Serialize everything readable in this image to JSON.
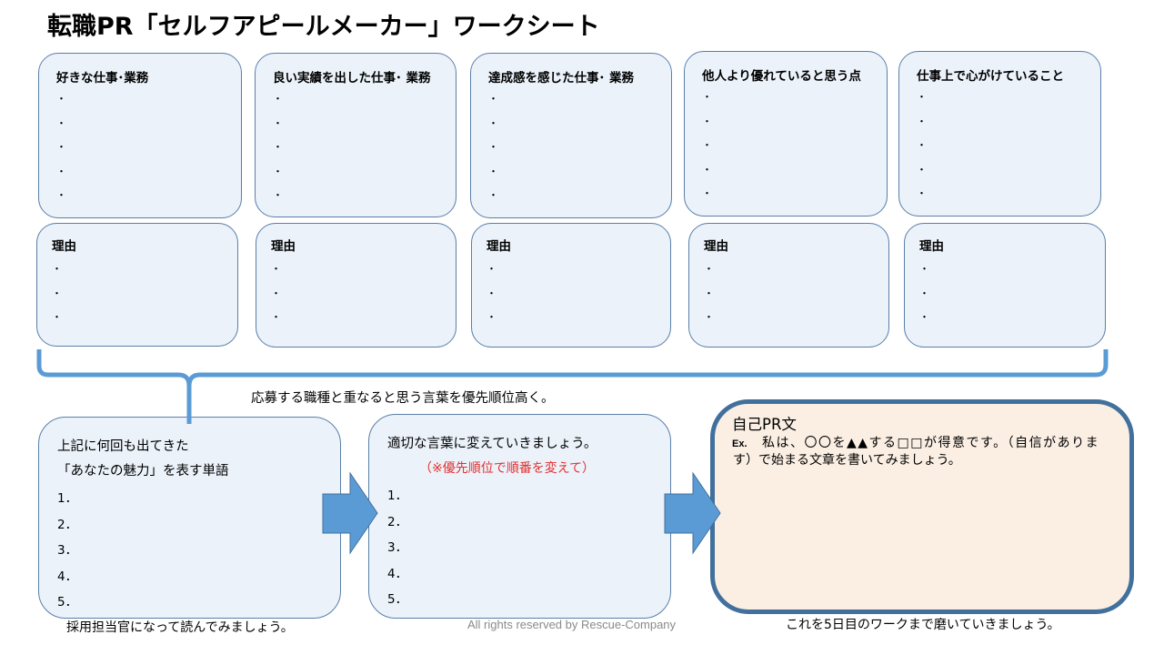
{
  "title": "転職PR「セルフアピールメーカー」ワークシート",
  "top_boxes": [
    {
      "label": "好きな仕事･業務",
      "bullets": [
        "・",
        "・",
        "・",
        "・",
        "・"
      ]
    },
    {
      "label": "良い実績を出した仕事･ 業務",
      "bullets": [
        "・",
        "・",
        "・",
        "・",
        "・"
      ]
    },
    {
      "label": "達成感を感じた仕事･ 業務",
      "bullets": [
        "・",
        "・",
        "・",
        "・",
        "・"
      ]
    },
    {
      "label": "他人より優れていると思う点",
      "bullets": [
        "・",
        "・",
        "・",
        "・",
        "・"
      ]
    },
    {
      "label": "仕事上で心がけていること",
      "bullets": [
        "・",
        "・",
        "・",
        "・",
        "・"
      ]
    }
  ],
  "reason_boxes": [
    {
      "label": "理由",
      "bullets": [
        "・",
        "・",
        "・"
      ]
    },
    {
      "label": "理由",
      "bullets": [
        "・",
        "・",
        "・"
      ]
    },
    {
      "label": "理由",
      "bullets": [
        "・",
        "・",
        "・"
      ]
    },
    {
      "label": "理由",
      "bullets": [
        "・",
        "・",
        "・"
      ]
    },
    {
      "label": "理由",
      "bullets": [
        "・",
        "・",
        "・"
      ]
    }
  ],
  "brace_caption": "応募する職種と重なると思う言葉を優先順位高く。",
  "charm_box": {
    "line1": "上記に何回も出てきた",
    "line2": "「あなたの魅力」を表す単語",
    "items": [
      "1．",
      "2．",
      "3．",
      "4．",
      "5．"
    ]
  },
  "rephrase_box": {
    "line1": "適切な言葉に変えていきましょう。",
    "note": "（※優先順位で順番を変えて）",
    "items": [
      "1．",
      "2．",
      "3．",
      "4．",
      "5．"
    ]
  },
  "self_pr_box": {
    "title": "自己PR文",
    "ex_label": "Ex.",
    "example_lines": [
      "私は、〇〇を▲▲する□□が得意です。（自信がありま",
      "す）で始まる文章を書いてみましょう。"
    ]
  },
  "footer": {
    "left_note": "採用担当官になって読んでみましょう。",
    "copyright": "All rights reserved by Rescue-Company",
    "right_note": "これを5日目のワークまで磨いていきましょう。"
  },
  "icons": {
    "flow_arrow": "right-arrow-icon",
    "connector": "brace-icon"
  },
  "colors": {
    "box_fill": "#EBF2FA",
    "box_border": "#5A7FA8",
    "accent_blue": "#5B9BD5",
    "arrow_edge": "#41719C",
    "self_pr_fill": "#FBEFE4",
    "self_pr_border": "#41709C",
    "note_red": "#E3302F",
    "copyright_gray": "#8A8A8A"
  }
}
